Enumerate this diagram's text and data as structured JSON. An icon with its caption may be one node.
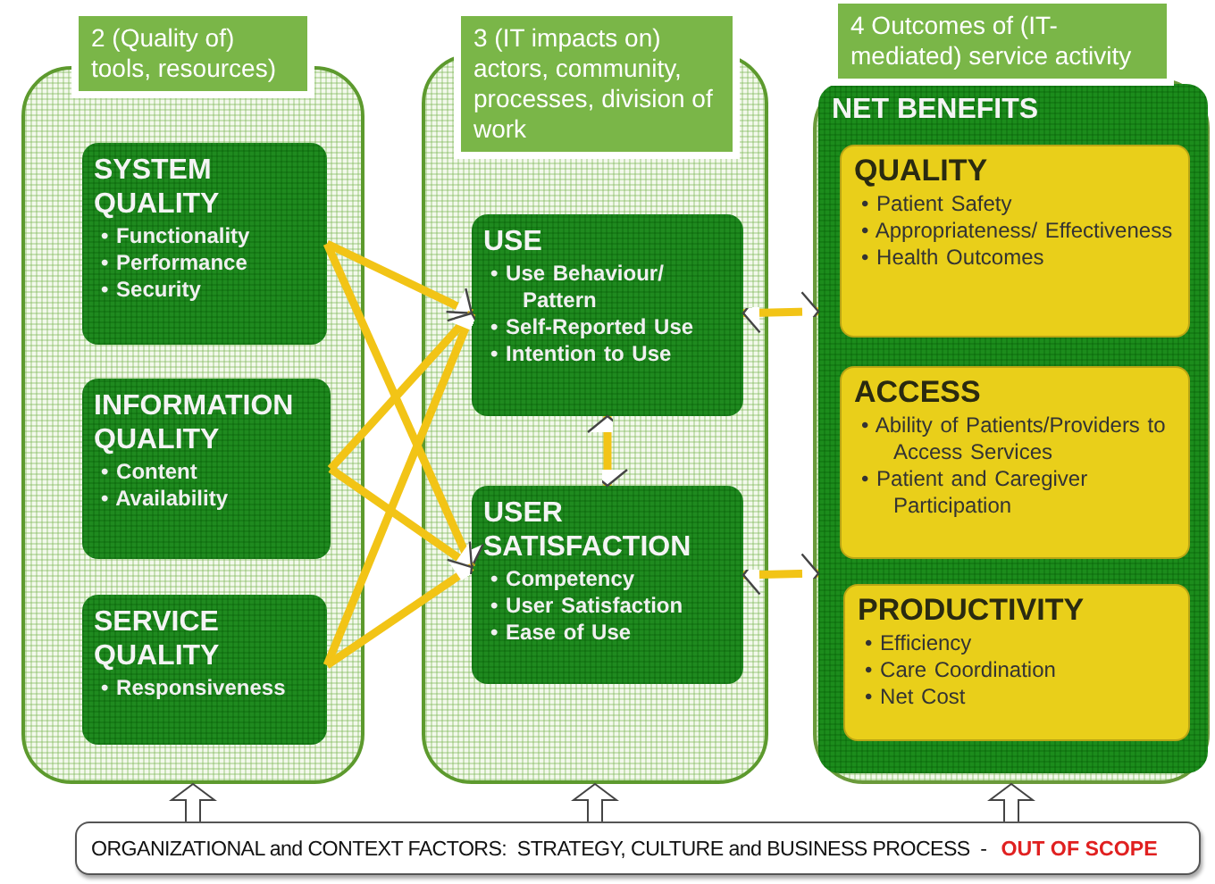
{
  "diagram": {
    "nodes": [
      {
        "text": [
          "2 (Quality of) tools, resources)"
        ]
      },
      {
        "text": [
          "SYSTEM QUALITY",
          "• Functionality",
          "• Performance",
          "• Security"
        ],
        "in": 0
      },
      {
        "text": [
          "INFORMATION QUALITY",
          "• Content",
          "• Availability"
        ],
        "in": 0
      },
      {
        "text": [
          "SERVICE QUALITY",
          "• Responsiveness"
        ],
        "in": 0
      },
      {
        "text": [
          "3 (IT impacts on) actors, community, processes, division of work"
        ]
      },
      {
        "text": [
          "USE",
          "• Use Behaviour/ Pattern",
          "• Self-Reported Use",
          "• Intention to Use"
        ],
        "in": 4
      },
      {
        "text": [
          "USER SATISFACTION",
          "• Competency",
          "• User Satisfaction",
          "• Ease of Use"
        ],
        "in": 4
      },
      {
        "text": [
          "4 Outcomes of (IT-mediated) service activity"
        ]
      },
      {
        "text": [
          "NET BENEFITS"
        ],
        "in": 7
      },
      {
        "text": [
          "QUALITY",
          "• Patient Safety",
          "• Appropriateness/ Effectiveness",
          "• Health Outcomes"
        ],
        "in": 8
      },
      {
        "text": [
          "ACCESS",
          "• Ability of Patients/Providers to Access Services",
          "• Patient and Caregiver Participation"
        ],
        "in": 8
      },
      {
        "text": [
          "PRODUCTIVITY",
          "• Efficiency",
          "• Care Coordination",
          "• Net Cost"
        ],
        "in": 8
      },
      {
        "text": [
          "ORGANIZATIONAL and CONTEXT FACTORS:  STRATEGY, CULTURE and BUSINESS PROCESS  -",
          "OUT OF SCOPE"
        ]
      }
    ],
    "edges": [
      {
        "from": 1,
        "to": 5,
        "arrow": "to"
      },
      {
        "from": 1,
        "to": 6,
        "arrow": "to"
      },
      {
        "from": 2,
        "to": 5,
        "arrow": "to"
      },
      {
        "from": 2,
        "to": 6,
        "arrow": "to"
      },
      {
        "from": 3,
        "to": 5,
        "arrow": "to"
      },
      {
        "from": 3,
        "to": 6,
        "arrow": "to"
      },
      {
        "from": 5,
        "to": 6,
        "arrow": "both"
      },
      {
        "from": 5,
        "to": 8,
        "arrow": "both"
      },
      {
        "from": 6,
        "to": 8,
        "arrow": "both"
      },
      {
        "from": 12,
        "to": 0,
        "arrow": "to",
        "color": "#444444"
      },
      {
        "from": 12,
        "to": 4,
        "arrow": "to",
        "color": "#444444"
      },
      {
        "from": 12,
        "to": 7,
        "arrow": "to",
        "color": "#444444"
      }
    ]
  }
}
